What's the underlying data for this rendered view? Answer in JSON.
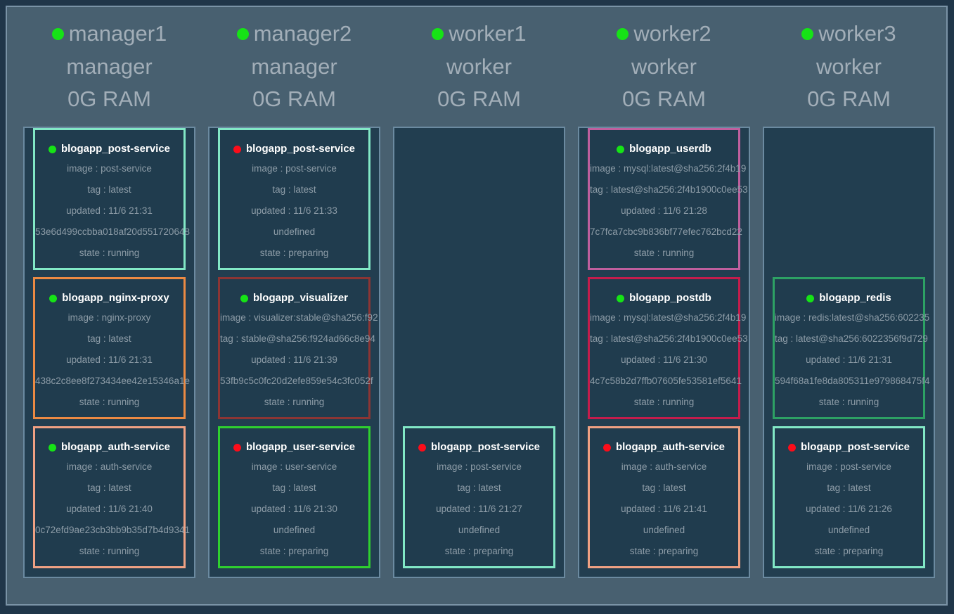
{
  "colors": {
    "page_bg": "#203649",
    "board_bg": "#486070",
    "board_border": "#7a93a6",
    "column_bg": "#223e50",
    "column_border": "#6b8aa0",
    "node_header_text": "#a2aeb8",
    "card_title_text": "#ffffff",
    "card_detail_text": "#8d9ca7",
    "dot_green": "#16e316",
    "dot_red": "#fb0d1a"
  },
  "nodes": [
    {
      "name": "manager1",
      "role": "manager",
      "ram": "0G RAM",
      "dot_color": "#16e316",
      "tasks": [
        {
          "name": "blogapp_post-service",
          "dot_color": "#16e316",
          "border": "#82e8c6",
          "rows": [
            "image : post-service",
            "tag : latest",
            "updated : 11/6 21:31",
            "53e6d499ccbba018af20d551720648",
            "state : running"
          ]
        },
        {
          "name": "blogapp_nginx-proxy",
          "dot_color": "#16e316",
          "border": "#ec8a43",
          "rows": [
            "image : nginx-proxy",
            "tag : latest",
            "updated : 11/6 21:31",
            "438c2c8ee8f273434ee42e15346a1e",
            "state : running"
          ]
        },
        {
          "name": "blogapp_auth-service",
          "dot_color": "#16e316",
          "border": "#f0a183",
          "rows": [
            "image : auth-service",
            "tag : latest",
            "updated : 11/6 21:40",
            "0c72efd9ae23cb3bb9b35d7b4d9341",
            "state : running"
          ]
        }
      ]
    },
    {
      "name": "manager2",
      "role": "manager",
      "ram": "0G RAM",
      "dot_color": "#16e316",
      "tasks": [
        {
          "name": "blogapp_post-service",
          "dot_color": "#fb0d1a",
          "border": "#82e8c6",
          "rows": [
            "image : post-service",
            "tag : latest",
            "updated : 11/6 21:33",
            "undefined",
            "state : preparing"
          ]
        },
        {
          "name": "blogapp_visualizer",
          "dot_color": "#16e316",
          "border": "#8c3534",
          "rows": [
            "image : visualizer:stable@sha256:f92",
            "tag : stable@sha256:f924ad66c8e94",
            "updated : 11/6 21:39",
            "53fb9c5c0fc20d2efe859e54c3fc052f",
            "state : running"
          ]
        },
        {
          "name": "blogapp_user-service",
          "dot_color": "#fb0d1a",
          "border": "#2fd02f",
          "rows": [
            "image : user-service",
            "tag : latest",
            "updated : 11/6 21:30",
            "undefined",
            "state : preparing"
          ]
        }
      ]
    },
    {
      "name": "worker1",
      "role": "worker",
      "ram": "0G RAM",
      "dot_color": "#16e316",
      "tasks": [
        {
          "name": "blogapp_post-service",
          "dot_color": "#fb0d1a",
          "border": "#82e8c6",
          "rows": [
            "image : post-service",
            "tag : latest",
            "updated : 11/6 21:27",
            "undefined",
            "state : preparing"
          ]
        }
      ]
    },
    {
      "name": "worker2",
      "role": "worker",
      "ram": "0G RAM",
      "dot_color": "#16e316",
      "tasks": [
        {
          "name": "blogapp_userdb",
          "dot_color": "#16e316",
          "border": "#c05f9e",
          "rows": [
            "image : mysql:latest@sha256:2f4b19",
            "tag : latest@sha256:2f4b1900c0ee53",
            "updated : 11/6 21:28",
            "7c7fca7cbc9b836bf77efec762bcd22",
            "state : running"
          ]
        },
        {
          "name": "blogapp_postdb",
          "dot_color": "#16e316",
          "border": "#c51c4c",
          "rows": [
            "image : mysql:latest@sha256:2f4b19",
            "tag : latest@sha256:2f4b1900c0ee53",
            "updated : 11/6 21:30",
            "4c7c58b2d7ffb07605fe53581ef5641",
            "state : running"
          ]
        },
        {
          "name": "blogapp_auth-service",
          "dot_color": "#fb0d1a",
          "border": "#f0a183",
          "rows": [
            "image : auth-service",
            "tag : latest",
            "updated : 11/6 21:41",
            "undefined",
            "state : preparing"
          ]
        }
      ]
    },
    {
      "name": "worker3",
      "role": "worker",
      "ram": "0G RAM",
      "dot_color": "#16e316",
      "tasks": [
        {
          "name": "blogapp_redis",
          "dot_color": "#16e316",
          "border": "#2da164",
          "rows": [
            "image : redis:latest@sha256:602235",
            "tag : latest@sha256:6022356f9d729",
            "updated : 11/6 21:31",
            "594f68a1fe8da805311e979868475f4",
            "state : running"
          ]
        },
        {
          "name": "blogapp_post-service",
          "dot_color": "#fb0d1a",
          "border": "#82e8c6",
          "rows": [
            "image : post-service",
            "tag : latest",
            "updated : 11/6 21:26",
            "undefined",
            "state : preparing"
          ]
        }
      ]
    }
  ]
}
